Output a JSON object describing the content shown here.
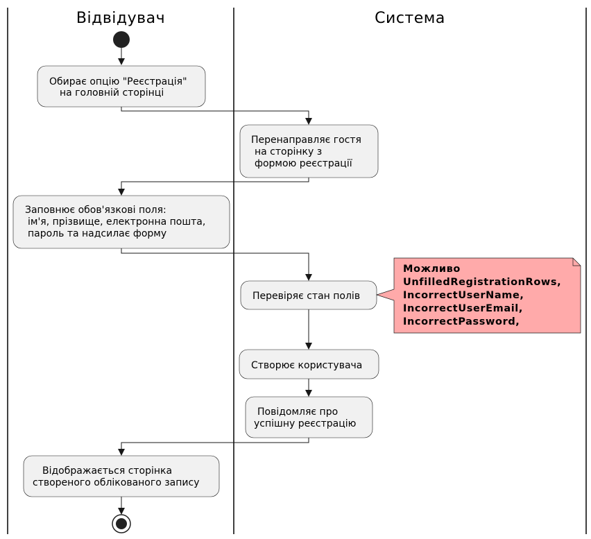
{
  "lanes": [
    {
      "title": "Відвідувач"
    },
    {
      "title": "Система"
    }
  ],
  "activities": [
    {
      "id": "choose",
      "lines": [
        "Обирає опцію \"Реєстрація\"",
        "на головній сторінці"
      ]
    },
    {
      "id": "redirect",
      "lines": [
        "Перенаправляє гостя",
        "на сторінку з",
        "формою реєстрації"
      ]
    },
    {
      "id": "fill",
      "lines": [
        "Заповнює обов'язкові поля:",
        "ім'я, прізвище, електронна пошта,",
        "пароль та надсилає форму"
      ]
    },
    {
      "id": "check",
      "lines": [
        "Перевіряє стан полів"
      ]
    },
    {
      "id": "create",
      "lines": [
        "Створює користувача"
      ]
    },
    {
      "id": "notify",
      "lines": [
        "Повідомляє про",
        "успішну реєстрацію"
      ]
    },
    {
      "id": "show",
      "lines": [
        "Відображається сторінка",
        "створеного облікованого запису"
      ]
    }
  ],
  "note": {
    "lines": [
      "Можливо",
      "UnfilledRegistrationRows,",
      "IncorrectUserName,",
      "IncorrectUserEmail,",
      "IncorrectPassword,"
    ],
    "fill": "#ffaaaa",
    "stroke": "#181818"
  },
  "colors": {
    "activity_fill": "#f1f1f1",
    "line": "#181818",
    "node": "#222222"
  }
}
